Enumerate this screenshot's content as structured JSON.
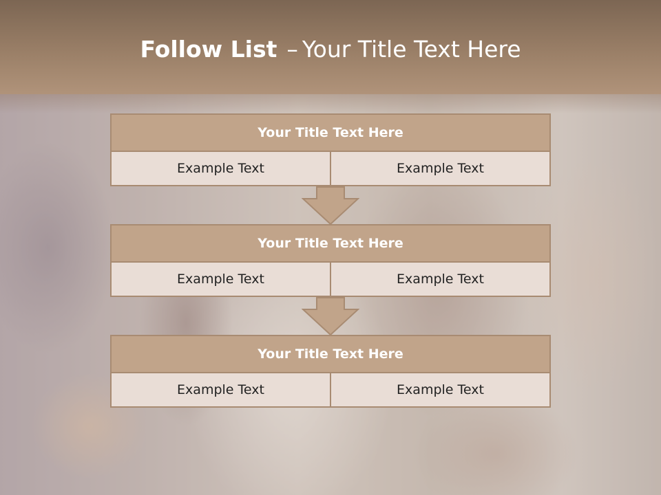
{
  "slide": {
    "title_bold": "Follow List",
    "title_separator": "–",
    "title_rest": "Your Title Text Here"
  },
  "blocks": [
    {
      "heading": "Your Title Text Here",
      "left": "Example Text",
      "right": "Example Text"
    },
    {
      "heading": "Your Title Text Here",
      "left": "Example Text",
      "right": "Example Text"
    },
    {
      "heading": "Your Title Text Here",
      "left": "Example Text",
      "right": "Example Text"
    }
  ],
  "colors": {
    "header": "#9a7f67",
    "block_heading": "#c1a48a",
    "block_cell": "#e9ddd6",
    "border": "#a88b72"
  },
  "icons": [
    "down-arrow-icon"
  ]
}
